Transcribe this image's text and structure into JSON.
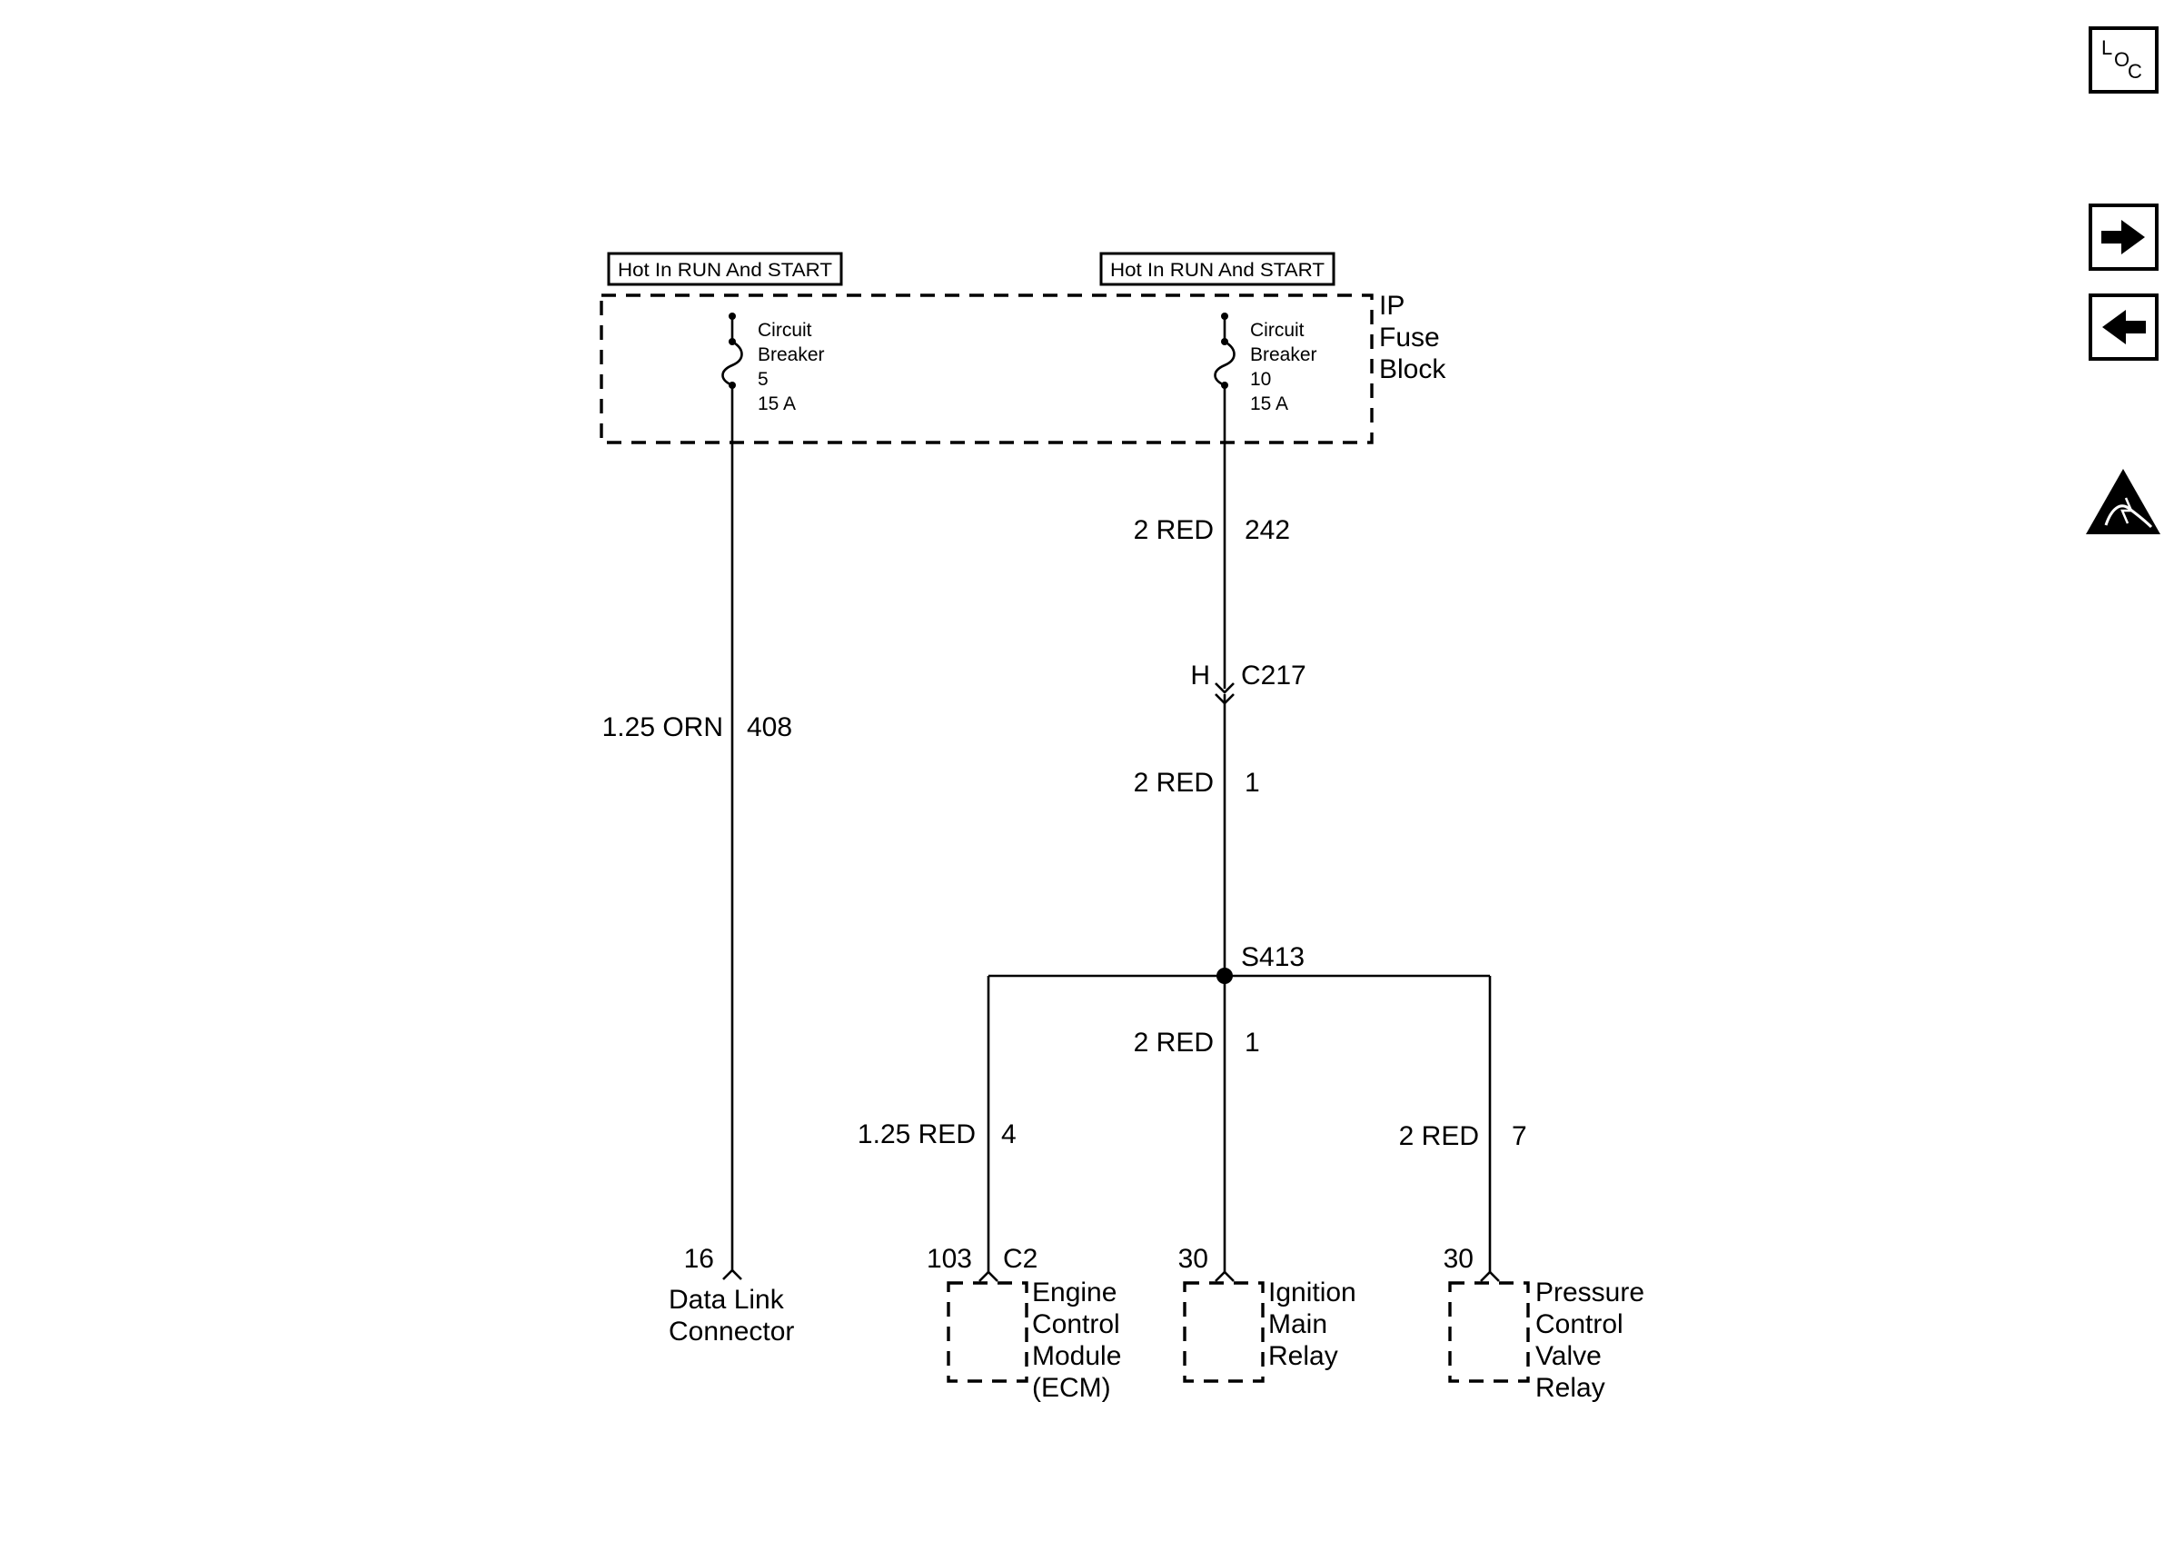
{
  "nav": {
    "loc_letters": [
      "L",
      "O",
      "C"
    ],
    "forward_icon": "right-arrow-icon",
    "back_icon": "left-arrow-icon",
    "esd_icon": "esd-warning-icon"
  },
  "power_labels": {
    "left": "Hot In RUN And START",
    "right": "Hot In RUN And START"
  },
  "fuse_block": {
    "name_lines": [
      "IP",
      "Fuse",
      "Block"
    ],
    "breakers": [
      {
        "lines": [
          "Circuit",
          "Breaker",
          "5",
          "15 A"
        ]
      },
      {
        "lines": [
          "Circuit",
          "Breaker",
          "10",
          "15 A"
        ]
      }
    ]
  },
  "wires": {
    "w408": {
      "gauge_color": "1.25 ORN",
      "circuit": "408"
    },
    "w242": {
      "gauge_color": "2 RED",
      "circuit": "242"
    },
    "w_c217_out": {
      "gauge_color": "2 RED",
      "circuit": "1"
    },
    "w_s413_center": {
      "gauge_color": "2 RED",
      "circuit": "1"
    },
    "w_ecm": {
      "gauge_color": "1.25 RED",
      "circuit": "4"
    },
    "w_pcv": {
      "gauge_color": "2 RED",
      "circuit": "7"
    }
  },
  "connector_c217": {
    "pin": "H",
    "name": "C217"
  },
  "splice": {
    "name": "S413"
  },
  "components": {
    "dlc": {
      "pin": "16",
      "name_lines": [
        "Data Link",
        "Connector"
      ]
    },
    "ecm": {
      "pin": "103",
      "connector": "C2",
      "name_lines": [
        "Engine",
        "Control",
        "Module",
        "(ECM)"
      ]
    },
    "imr": {
      "pin": "30",
      "name_lines": [
        "Ignition",
        "Main",
        "Relay"
      ]
    },
    "pcv": {
      "pin": "30",
      "name_lines": [
        "Pressure",
        "Control",
        "Valve",
        "Relay"
      ]
    }
  }
}
